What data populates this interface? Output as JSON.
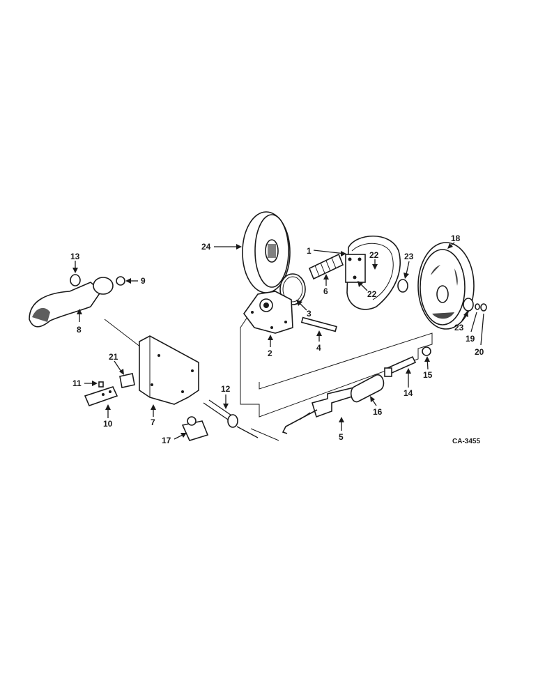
{
  "diagram": {
    "drawing_code": "CA-3455",
    "callouts": [
      {
        "id": "p1",
        "text": "1"
      },
      {
        "id": "p2",
        "text": "2"
      },
      {
        "id": "p3",
        "text": "3"
      },
      {
        "id": "p4",
        "text": "4"
      },
      {
        "id": "p5",
        "text": "5"
      },
      {
        "id": "p6",
        "text": "6"
      },
      {
        "id": "p7",
        "text": "7"
      },
      {
        "id": "p8",
        "text": "8"
      },
      {
        "id": "p9",
        "text": "9"
      },
      {
        "id": "p10",
        "text": "10"
      },
      {
        "id": "p11",
        "text": "11"
      },
      {
        "id": "p12",
        "text": "12"
      },
      {
        "id": "p13",
        "text": "13"
      },
      {
        "id": "p14",
        "text": "14"
      },
      {
        "id": "p15",
        "text": "15"
      },
      {
        "id": "p16",
        "text": "16"
      },
      {
        "id": "p17",
        "text": "17"
      },
      {
        "id": "p18",
        "text": "18"
      },
      {
        "id": "p19",
        "text": "19"
      },
      {
        "id": "p20",
        "text": "20"
      },
      {
        "id": "p21",
        "text": "21"
      },
      {
        "id": "p22a",
        "text": "22"
      },
      {
        "id": "p22b",
        "text": "22"
      },
      {
        "id": "p23a",
        "text": "23"
      },
      {
        "id": "p23b",
        "text": "23"
      },
      {
        "id": "p24",
        "text": "24"
      }
    ]
  }
}
